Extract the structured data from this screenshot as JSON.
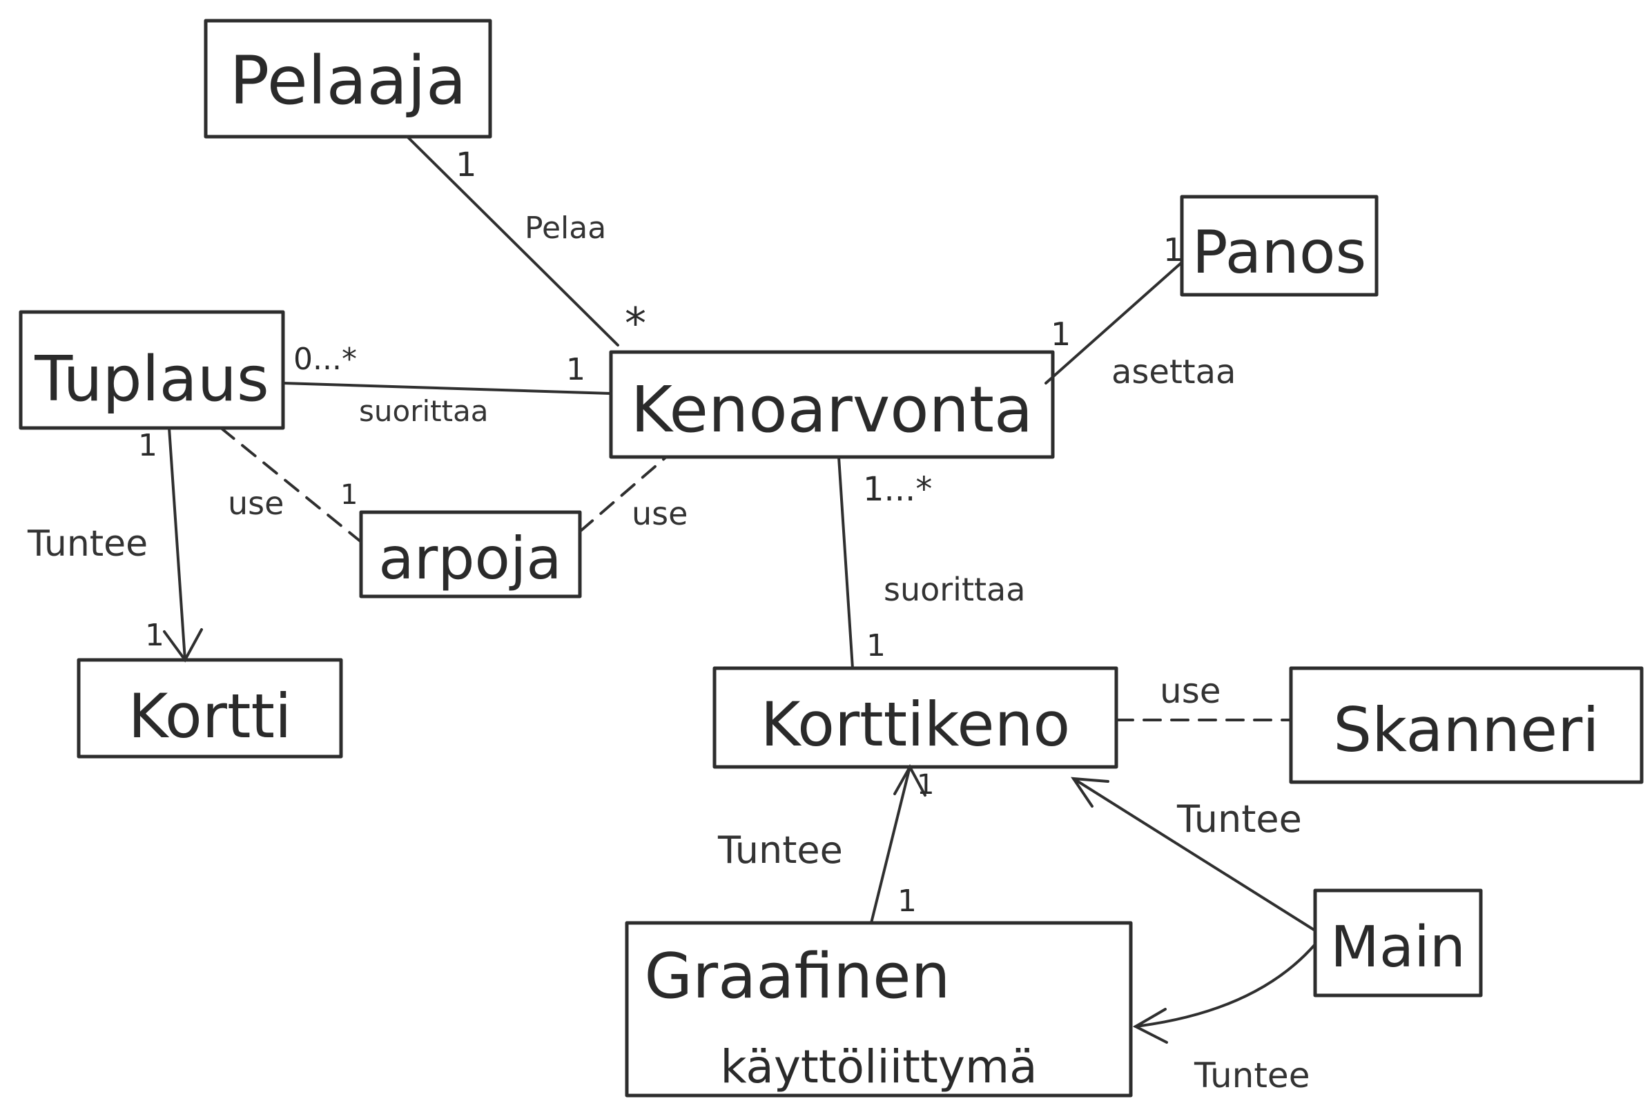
{
  "classes": {
    "pelaaja": "Pelaaja",
    "panos": "Panos",
    "tuplaus": "Tuplaus",
    "kenoarvonta": "Kenoarvonta",
    "arpoja": "arpoja",
    "kortti": "Kortti",
    "korttikeno": "Korttikeno",
    "skanneri": "Skanneri",
    "graafinen_line1": "Graafinen",
    "graafinen_line2": "käyttöliittymä",
    "main": "Main"
  },
  "associations": {
    "pelaa": "Pelaa",
    "asettaa": "asettaa",
    "suorittaa_tuplaus": "suorittaa",
    "suorittaa_korttikeno": "suorittaa",
    "use_tuplaus_arpoja": "use",
    "use_arpoja_kenoarvonta": "use",
    "use_korttikeno_skanneri": "use",
    "tuntee_tuplaus_kortti": "Tuntee",
    "tuntee_gui_korttikeno": "Tuntee",
    "tuntee_main_korttikeno": "Tuntee",
    "tuntee_main_gui": "Tuntee"
  },
  "multiplicities": {
    "pelaaja_end": "1",
    "kenoarvonta_pelaa_end": "*",
    "panos_end": "1",
    "kenoarvonta_asettaa_end": "1",
    "tuplaus_end": "0...*",
    "kenoarvonta_tuplaus_end": "1",
    "tuplaus_tuntee_end": "1",
    "kortti_end": "1",
    "arpoja_end": "1",
    "kenoarvonta_korttikeno_end": "1...*",
    "korttikeno_end": "1",
    "korttikeno_gui_end": "1",
    "gui_end": "1"
  }
}
